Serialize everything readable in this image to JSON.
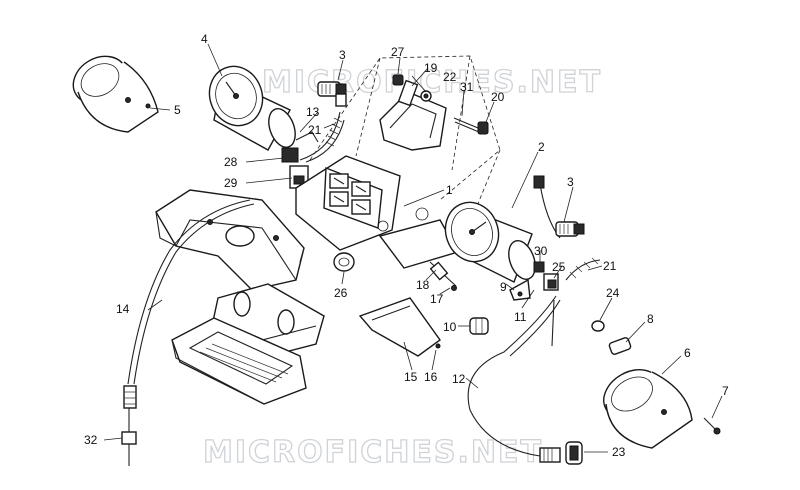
{
  "watermarks": [
    "MICROFICHES.NET",
    "MICROFICHES.NET"
  ],
  "labels": {
    "p1": "1",
    "p2": "2",
    "p3a": "3",
    "p3b": "3",
    "p4": "4",
    "p5": "5",
    "p6": "6",
    "p7": "7",
    "p8": "8",
    "p9": "9",
    "p10": "10",
    "p11": "11",
    "p12": "12",
    "p13": "13",
    "p14": "14",
    "p15": "15",
    "p16": "16",
    "p17": "17",
    "p18": "18",
    "p19": "19",
    "p20": "20",
    "p21a": "21",
    "p21b": "21",
    "p22": "22",
    "p23": "23",
    "p24": "24",
    "p25": "25",
    "p26": "26",
    "p27": "27",
    "p28": "28",
    "p29": "29",
    "p30": "30",
    "p31": "31",
    "p32": "32"
  }
}
